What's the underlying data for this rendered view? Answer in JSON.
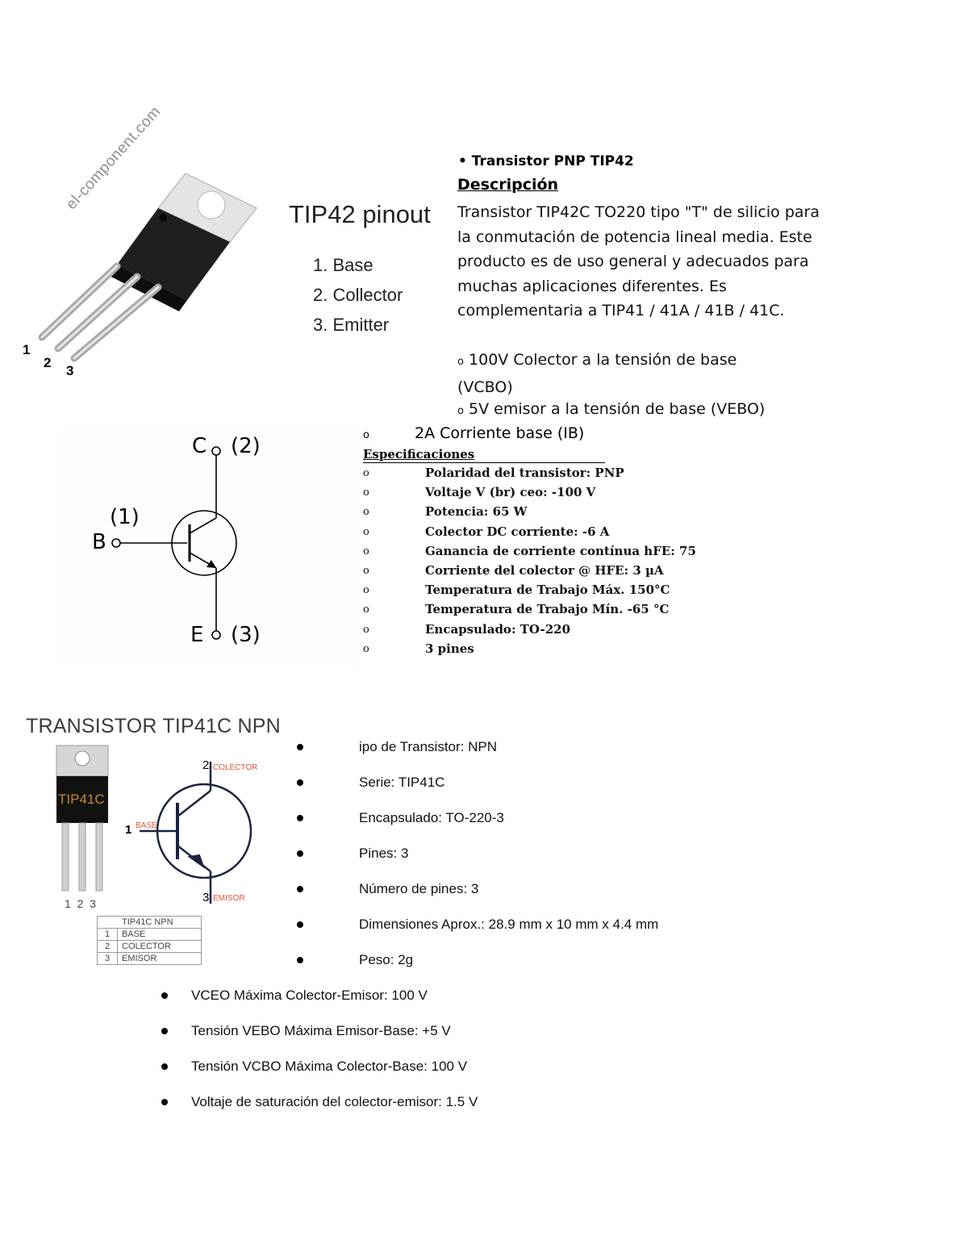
{
  "tip42_figure": {
    "watermark": "el-component.com",
    "pin_labels": [
      "1",
      "2",
      "3"
    ],
    "title": "TIP42 pinout",
    "pins": [
      "1. Base",
      "2. Collector",
      "3. Emitter"
    ]
  },
  "pnp_section": {
    "bullet": "Transistor PNP TIP42",
    "heading": "Descripción",
    "description": "Transistor TIP42C TO220 tipo \"T\" de silicio para la conmutación de potencia lineal media. Este producto es de uso general y adecuados para muchas aplicaciones diferentes. Es complementaria a TIP41 / 41A / 41B / 41C.",
    "sub_items": [
      {
        "marker": "o",
        "line1": "100V Colector a la tensión de base",
        "line2": "(VCBO)"
      },
      {
        "marker": "o",
        "line1": "5V emisor a la tensión de base (VEBO)",
        "line2": ""
      }
    ],
    "base_current": {
      "marker": "o",
      "text": "2A Corriente base (IB)"
    }
  },
  "symbol_figure": {
    "collector": "C",
    "collector_num": "(2)",
    "base": "B",
    "base_num": "(1)",
    "emitter": "E",
    "emitter_num": "(3)"
  },
  "specifications": {
    "heading": "Especificaciones",
    "marker": "o",
    "items": [
      "Polaridad del transistor: PNP",
      "Voltaje V (br) ceo: -100 V",
      "Potencia: 65 W",
      "Colector DC corriente: -6 A",
      "Ganancia de corriente contínua hFE: 75",
      "Corriente del colector @ HFE: 3 µA",
      "Temperatura de Trabajo Máx. 150°C",
      "Temperatura de Trabajo Mín. -65 °C",
      "Encapsulado: TO-220",
      "3 pines"
    ]
  },
  "tip41_figure": {
    "title": "TRANSISTOR TIP41C NPN",
    "package_label": "TIP41C",
    "pin_numbers": "1  2  3",
    "collector_num": "2",
    "collector_label": "COLECTOR",
    "base_num": "1",
    "base_label": "BASE",
    "emitter_num": "3",
    "emitter_label": "EMISOR",
    "table": {
      "header": "TIP41C NPN",
      "rows": [
        {
          "num": "1",
          "name": "BASE"
        },
        {
          "num": "2",
          "name": "COLECTOR"
        },
        {
          "num": "3",
          "name": "EMISOR"
        }
      ]
    }
  },
  "npn_specs": [
    "ipo de Transistor: NPN",
    "Serie: TIP41C",
    "Encapsulado: TO-220-3",
    "Pines: 3",
    "Número de pines: 3",
    "Dimensiones Aprox.: 28.9 mm x 10 mm x 4.4 mm",
    "Peso: 2g"
  ],
  "npn_specs_more": [
    "VCEO Máxima Colector-Emisor: 100 V",
    "Tensión VEBO Máxima Emisor-Base: +5 V",
    "Tensión VCBO Máxima Colector-Base: 100 V",
    "Voltaje de saturación del colector-emisor: 1.5 V"
  ]
}
